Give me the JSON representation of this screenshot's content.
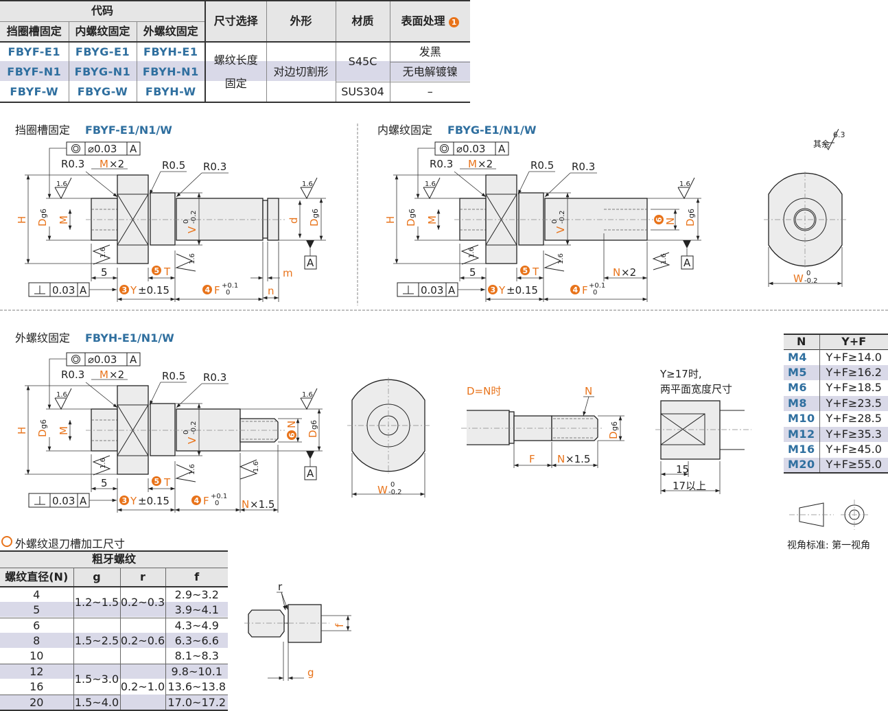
{
  "spec_table": {
    "header_code": "代码",
    "col_f": "挡圈槽固定",
    "col_g": "内螺纹固定",
    "col_h": "外螺纹固定",
    "col_size": "尺寸选择",
    "col_shape": "外形",
    "col_material": "材质",
    "col_surface": "表面处理",
    "surface_note": "1",
    "rows": [
      [
        "FBYF-E1",
        "FBYG-E1",
        "FBYH-E1"
      ],
      [
        "FBYF-N1",
        "FBYG-N1",
        "FBYH-N1"
      ],
      [
        "FBYF-W",
        "FBYG-W",
        "FBYH-W"
      ]
    ],
    "size_value_1": "螺纹长度",
    "size_value_2": "固定",
    "shape_value": "对边切割形",
    "material_1": "S45C",
    "material_2": "SUS304",
    "surface_1": "发黑",
    "surface_2": "无电解镀镍",
    "surface_3": "–"
  },
  "drawings": {
    "f_title": "挡圈槽固定",
    "f_code": "FBYF-E1/N1/W",
    "g_title": "内螺纹固定",
    "g_code": "FBYG-E1/N1/W",
    "h_title": "外螺纹固定",
    "h_code": "FBYH-E1/N1/W",
    "concentric_tol": "⌀0.03",
    "datum": "A",
    "perp_tol": "0.03",
    "r03": "R0.3",
    "r05": "R0.5",
    "m": "M",
    "x2": "×2",
    "roughness": "1.6",
    "H": "H",
    "D": "D",
    "g6": "g6",
    "V": "V",
    "V_tol_up": "0",
    "V_tol_low": "-0.2",
    "d": "d",
    "five": "5",
    "T": "T",
    "Y": "Y",
    "Y_tol": "±0.15",
    "F": "F",
    "F_tol_up": "+0.1",
    "F_tol_low": "0",
    "m_dim": "m",
    "n_dim": "n",
    "N": "N",
    "Nx2": "×2",
    "Nx15": "×1.5",
    "n3": "3",
    "n4": "4",
    "n5": "5",
    "n6": "6",
    "W": "W",
    "W_tol_up": "0",
    "W_tol_low": "-0.2",
    "other_label": "其余",
    "other_roughness": "6.3",
    "dn_label": "D=N时",
    "y17_line1": "Y≥17时,",
    "y17_line2": "两平面宽度尺寸",
    "d15": "15",
    "d17": "17以上"
  },
  "yf_table": {
    "col_n": "N",
    "col_yf": "Y+F",
    "rows": [
      [
        "M4",
        "Y+F≥14.0"
      ],
      [
        "M5",
        "Y+F≥16.2"
      ],
      [
        "M6",
        "Y+F≥18.5"
      ],
      [
        "M8",
        "Y+F≥23.5"
      ],
      [
        "M10",
        "Y+F≥28.5"
      ],
      [
        "M12",
        "Y+F≥35.3"
      ],
      [
        "M16",
        "Y+F≥45.0"
      ],
      [
        "M20",
        "Y+F≥55.0"
      ]
    ]
  },
  "projection": {
    "label": "视角标准: 第一视角"
  },
  "groove_table": {
    "title": "外螺纹退刀槽加工尺寸",
    "group": "粗牙螺纹",
    "col_n": "螺纹直径(N)",
    "col_g": "g",
    "col_r": "r",
    "col_f": "f",
    "n": [
      "4",
      "5",
      "6",
      "8",
      "10",
      "12",
      "16",
      "20"
    ],
    "g": [
      "1.2~1.5",
      "1.5~2.5",
      "1.5~3.0",
      "1.5~4.0"
    ],
    "r": [
      "0.2~0.3",
      "0.2~0.6",
      "0.2~1.0"
    ],
    "f": [
      "2.9~3.2",
      "3.9~4.1",
      "4.3~4.9",
      "6.3~6.6",
      "8.1~8.3",
      "9.8~10.1",
      "13.6~13.8",
      "17.0~17.2"
    ],
    "lbl_r": "r",
    "lbl_f": "f",
    "lbl_g": "g"
  },
  "colors": {
    "accent": "#e8731a",
    "code_blue": "#2f6f9f",
    "band": "#d9d9e8"
  }
}
